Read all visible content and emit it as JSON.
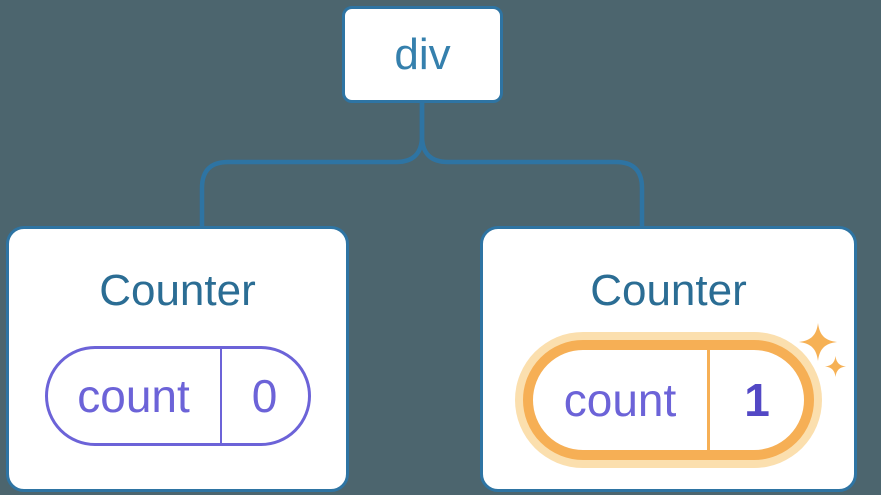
{
  "diagram": {
    "description": "Component tree with a div root and two Counter children showing state pills",
    "root": {
      "label": "div"
    },
    "children": [
      {
        "title": "Counter",
        "state": {
          "key": "count",
          "value": "0"
        },
        "highlighted": false
      },
      {
        "title": "Counter",
        "state": {
          "key": "count",
          "value": "1"
        },
        "highlighted": true
      }
    ]
  },
  "icons": {
    "sparkles": "sparkle-stars"
  },
  "colors": {
    "bg": "#4c656e",
    "blue": "#2e74a3",
    "blue-text": "#3580ad",
    "title": "#2b6d94",
    "purple": "#6c63d8",
    "purple-dark": "#5348c5",
    "orange": "#f6af55",
    "halo": "#fbdfae",
    "sparkle": "#f6b155"
  }
}
